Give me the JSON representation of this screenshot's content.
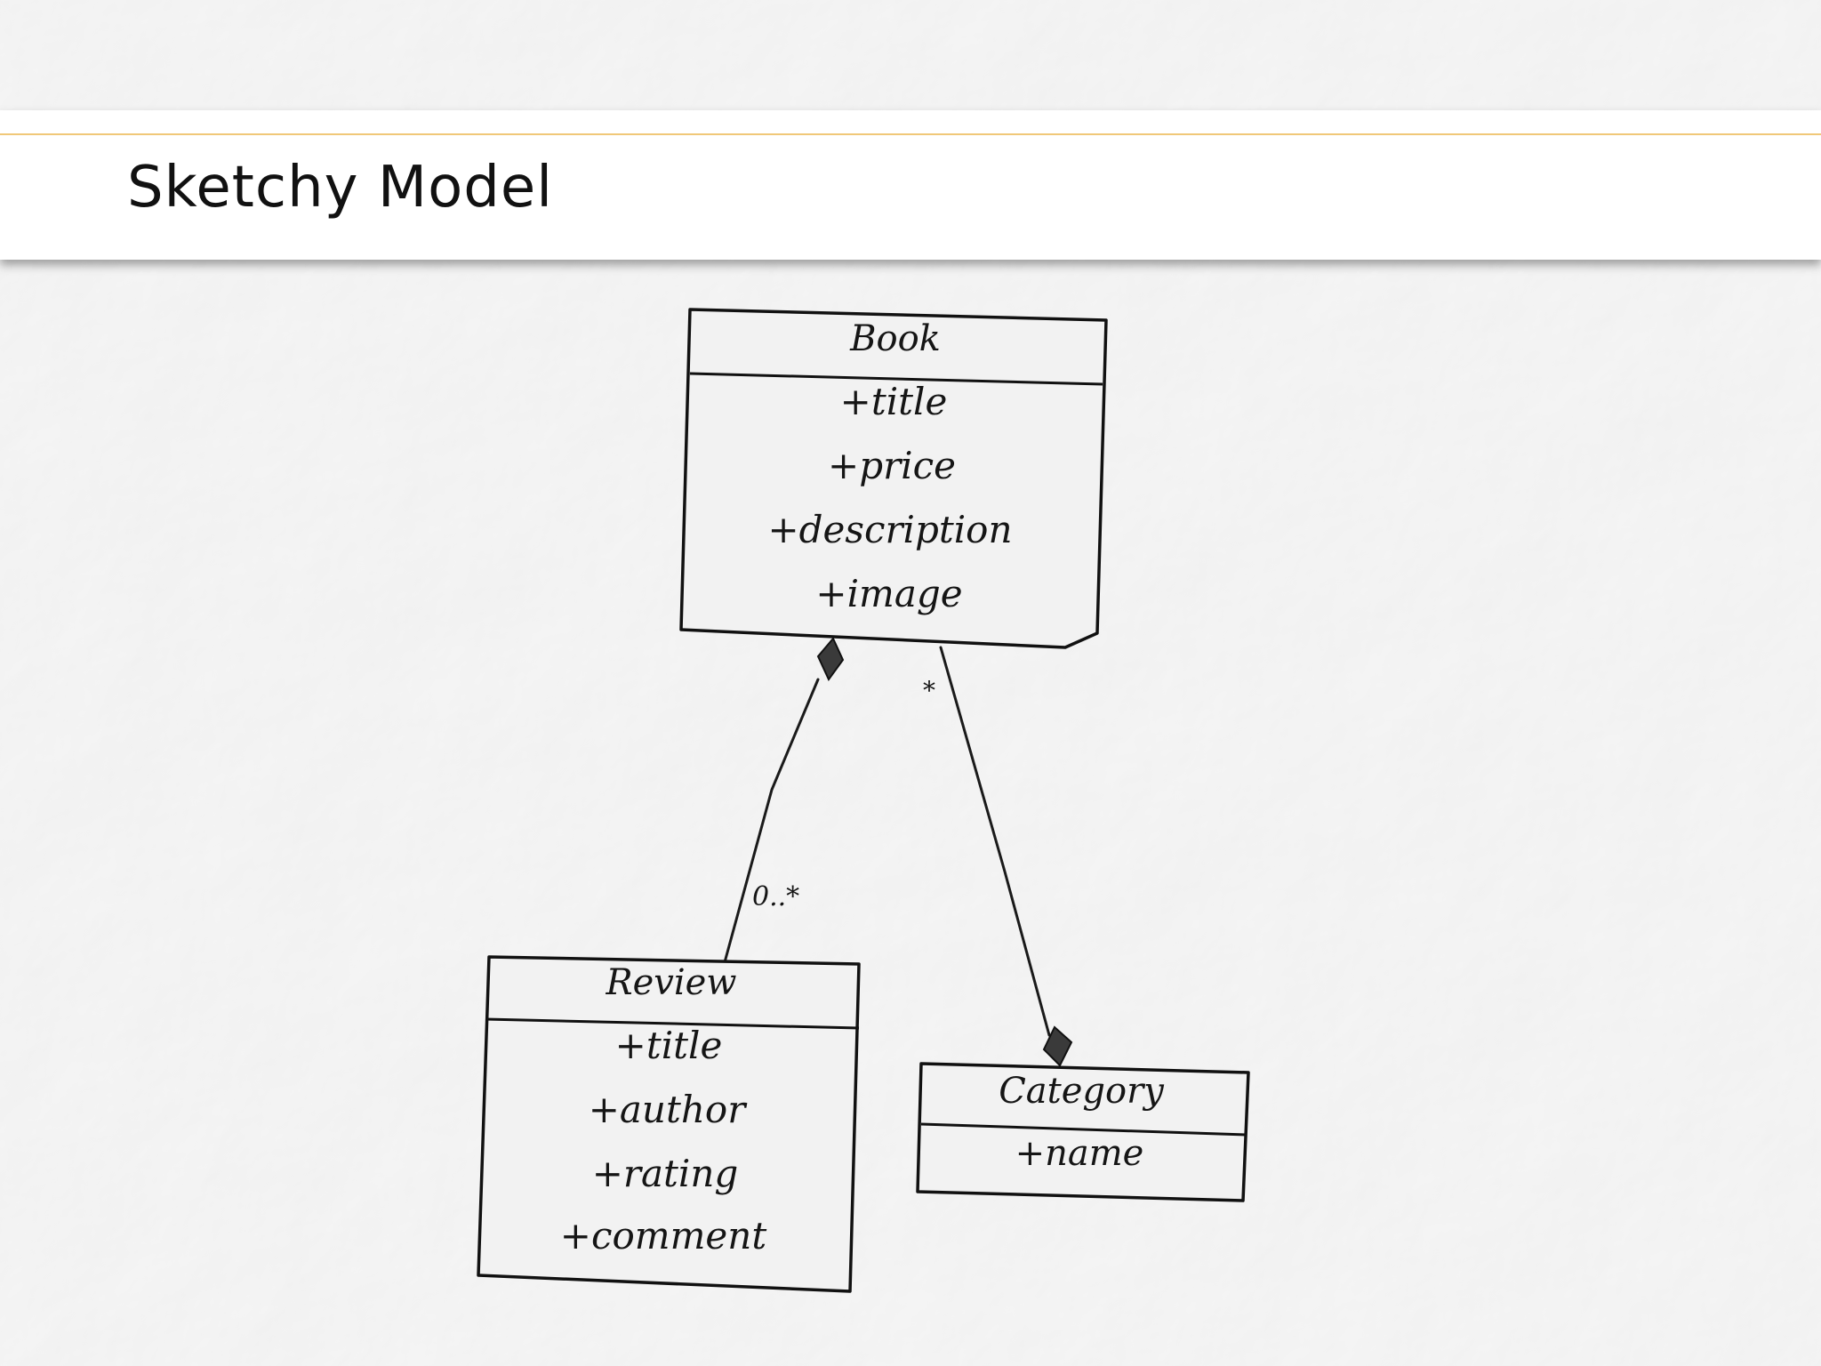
{
  "slide": {
    "title": "Sketchy Model"
  },
  "diagram": {
    "classes": [
      {
        "name": "Book",
        "attributes": [
          "+title",
          "+price",
          "+description",
          "+image"
        ]
      },
      {
        "name": "Review",
        "attributes": [
          "+title",
          "+author",
          "+rating",
          "+comment"
        ]
      },
      {
        "name": "Category",
        "attributes": [
          "+name"
        ]
      }
    ],
    "associations": [
      {
        "from": "Book",
        "to": "Review",
        "kind": "composition",
        "multiplicity": "0..*"
      },
      {
        "from": "Category",
        "to": "Book",
        "kind": "composition",
        "multiplicity": "*"
      }
    ]
  },
  "colors": {
    "ink": "#151515",
    "paper": "#eaeaea",
    "box": "#f2f2f2",
    "title_rule": "#f0c878"
  }
}
